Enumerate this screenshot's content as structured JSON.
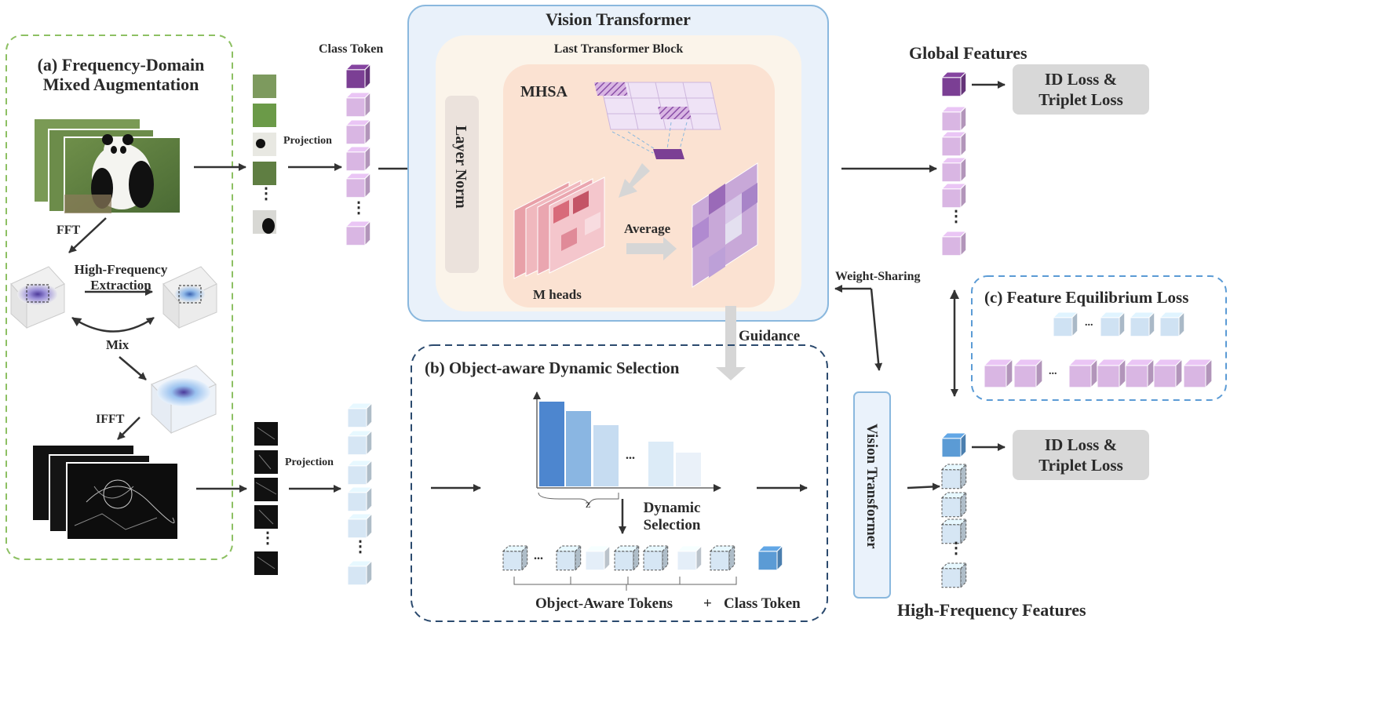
{
  "panel_a": {
    "title_line1": "(a) Frequency-Domain",
    "title_line2": "Mixed Augmentation",
    "fft": "FFT",
    "hf_extraction_line1": "High-Frequency",
    "hf_extraction_line2": "Extraction",
    "mix": "Mix",
    "ifft": "IFFT"
  },
  "tokens": {
    "class_token": "Class Token",
    "projection_top": "Projection",
    "projection_bottom": "Projection",
    "ellipsis": "⋮"
  },
  "vit": {
    "title": "Vision Transformer",
    "last_block": "Last Transformer Block",
    "layer_norm": "Layer Norm",
    "mhsa": "MHSA",
    "m_heads": "M heads",
    "average": "Average",
    "guidance": "Guidance"
  },
  "panel_b": {
    "title": "(b) Object-aware Dynamic Selection",
    "z": "z",
    "ellipsis": "...",
    "dynamic_selection_line1": "Dynamic",
    "dynamic_selection_line2": "Selection",
    "object_aware_tokens": "Object-Aware Tokens",
    "plus": "+",
    "class_token": "Class Token"
  },
  "right": {
    "global_features": "Global Features",
    "id_loss_top": "ID Loss &\nTriplet Loss",
    "id_loss_bottom": "ID Loss &\nTriplet Loss",
    "weight_sharing": "Weight-Sharing",
    "vit_vertical": "Vision Transformer",
    "high_freq_features": "High-Frequency Features"
  },
  "panel_c": {
    "title": "(c) Feature Equilibrium Loss",
    "ellipsis": "..."
  },
  "colors": {
    "purple_dark": "#7b3f94",
    "purple_light": "#d9b6e3",
    "blue_dark": "#5b9bd5",
    "blue_light": "#d6e6f4",
    "green_dash": "#8dc063",
    "navy_dash": "#2b4a6e"
  }
}
